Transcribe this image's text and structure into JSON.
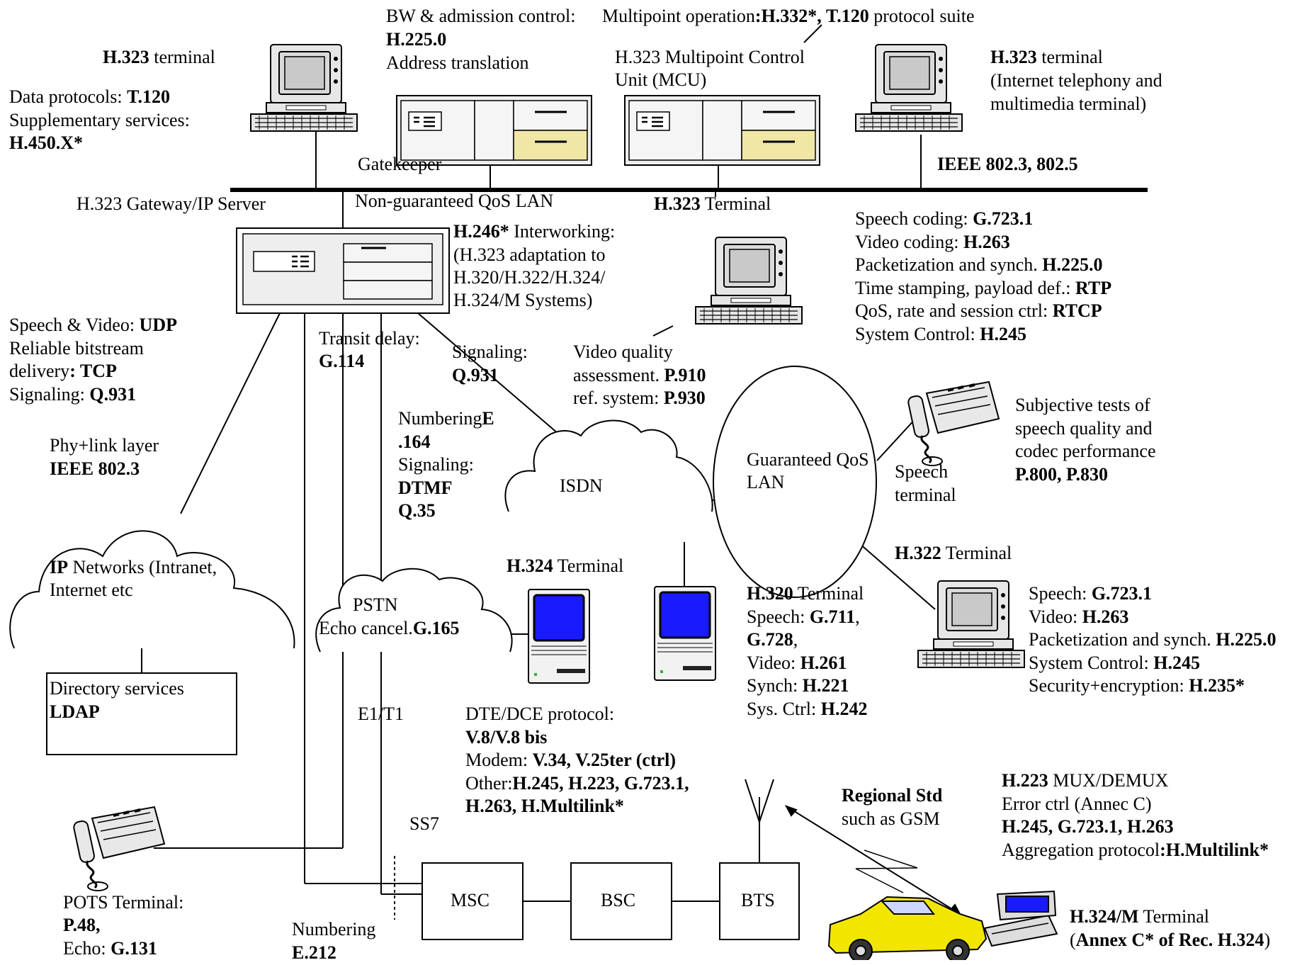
{
  "colors": {
    "stroke": "#000000",
    "screen_blue": "#1a1aff",
    "drive_yellow": "#f0e6a6",
    "car_yellow": "#f2e600",
    "terminal_gray": "#dddddd"
  },
  "icons": [
    "desktop-computer-icon",
    "server-unit-icon",
    "compact-computer-icon",
    "speech-terminal-phone-icon",
    "cloud-icon",
    "antenna-icon",
    "car-icon",
    "mobile-terminal-icon"
  ],
  "labels": {
    "h323_terminal_left": [
      {
        "b": "H.323"
      },
      {
        "t": " terminal"
      }
    ],
    "data_protocols": [
      {
        "t": "Data protocols: "
      },
      {
        "b": "T.120"
      }
    ],
    "supplementary": [
      {
        "t": "Supplementary services:"
      }
    ],
    "h450": [
      {
        "b": "H.450.X*"
      }
    ],
    "bw_admission": [
      {
        "t": "BW & admission control:"
      }
    ],
    "h2250_top": [
      {
        "b": "H.225.0"
      }
    ],
    "address_translation": [
      {
        "t": "Address translation"
      }
    ],
    "multipoint_operation": [
      {
        "t": "Multipoint operation"
      },
      {
        "b": ":H.332*, T.120"
      },
      {
        "t": " protocol suite"
      }
    ],
    "mcu_line1": [
      {
        "t": "H.323 Multipoint Control"
      }
    ],
    "mcu_line2": [
      {
        "t": "Unit (MCU)"
      }
    ],
    "h323_terminal_right": [
      {
        "b": "H.323"
      },
      {
        "t": " terminal"
      }
    ],
    "internet_telephony_1": [
      {
        "t": "(Internet telephony and"
      }
    ],
    "internet_telephony_2": [
      {
        "t": "multimedia  terminal)"
      }
    ],
    "gatekeeper": [
      {
        "t": "Gatekeeper"
      }
    ],
    "ieee_8023_8025": [
      {
        "b": "IEEE 802.3, 802.5"
      }
    ],
    "gateway": [
      {
        "t": "H.323 Gateway/IP Server"
      }
    ],
    "non_guaranteed": [
      {
        "t": "Non-guaranteed QoS LAN"
      }
    ],
    "h323_terminal_mid": [
      {
        "b": "H.323"
      },
      {
        "t": " Terminal"
      }
    ],
    "interworking_1": [
      {
        "b": "H.246*"
      },
      {
        "t": " Interworking:"
      }
    ],
    "interworking_2": [
      {
        "t": "(H.323 adaptation to"
      }
    ],
    "interworking_3": [
      {
        "t": "H.320/H.322/H.324/"
      }
    ],
    "interworking_4": [
      {
        "t": "H.324/M Systems)"
      }
    ],
    "speech_coding": [
      {
        "t": "Speech coding: "
      },
      {
        "b": "G.723.1"
      }
    ],
    "video_coding": [
      {
        "t": "Video coding: "
      },
      {
        "b": "H.263"
      }
    ],
    "packetization": [
      {
        "t": "Packetization and synch. "
      },
      {
        "b": "H.225.0"
      }
    ],
    "time_stamping": [
      {
        "t": "Time stamping, payload def.: "
      },
      {
        "b": "RTP"
      }
    ],
    "qos_rate": [
      {
        "t": "QoS, rate and session ctrl: "
      },
      {
        "b": "RTCP"
      }
    ],
    "system_control": [
      {
        "t": "System Control: "
      },
      {
        "b": "H.245"
      }
    ],
    "speech_video_udp": [
      {
        "t": "Speech & Video: "
      },
      {
        "b": "UDP"
      }
    ],
    "reliable_1": [
      {
        "t": "Reliable bitstream"
      }
    ],
    "reliable_2": [
      {
        "t": "delivery"
      },
      {
        "b": ": TCP"
      }
    ],
    "signaling_q931_left": [
      {
        "t": "Signaling: "
      },
      {
        "b": "Q.931"
      }
    ],
    "transit_delay": [
      {
        "t": "Transit delay:"
      }
    ],
    "g114": [
      {
        "b": "G.114"
      }
    ],
    "signaling_mid": [
      {
        "t": "Signaling:"
      }
    ],
    "q931_mid": [
      {
        "b": "Q.931"
      }
    ],
    "video_quality_1": [
      {
        "t": "Video quality"
      }
    ],
    "video_quality_2": [
      {
        "t": "assessment. "
      },
      {
        "b": "P.910"
      }
    ],
    "video_quality_3": [
      {
        "t": "ref. system: "
      },
      {
        "b": "P.930"
      }
    ],
    "phy_link": [
      {
        "t": "Phy+link layer"
      }
    ],
    "ieee_8023": [
      {
        "b": "IEEE 802.3"
      }
    ],
    "numbering_1": [
      {
        "t": "Numbering"
      },
      {
        "b": "E"
      }
    ],
    "numbering_2": [
      {
        "b": ".164"
      }
    ],
    "signaling_dtmf": [
      {
        "t": "Signaling:"
      }
    ],
    "dtmf": [
      {
        "b": "DTMF"
      }
    ],
    "q35": [
      {
        "b": "Q.35"
      }
    ],
    "isdn": [
      {
        "t": "ISDN"
      }
    ],
    "guaranteed_1": [
      {
        "t": "Guaranteed QoS"
      }
    ],
    "guaranteed_2": [
      {
        "t": "LAN"
      }
    ],
    "subjective_1": [
      {
        "t": "Subjective tests of"
      }
    ],
    "subjective_2": [
      {
        "t": "speech quality and"
      }
    ],
    "subjective_3": [
      {
        "t": "codec performance"
      }
    ],
    "subjective_4": [
      {
        "b": "P.800, P.830"
      }
    ],
    "speech_terminal_1": [
      {
        "t": "Speech"
      }
    ],
    "speech_terminal_2": [
      {
        "t": "terminal"
      }
    ],
    "ip_networks_1": [
      {
        "b": "IP"
      },
      {
        "t": " Networks (Intranet,"
      }
    ],
    "ip_networks_2": [
      {
        "t": "Internet etc"
      }
    ],
    "h324_terminal": [
      {
        "b": "H.324"
      },
      {
        "t": " Terminal"
      }
    ],
    "h322_terminal": [
      {
        "b": "H.322"
      },
      {
        "t": " Terminal"
      }
    ],
    "pstn": [
      {
        "t": "PSTN"
      }
    ],
    "echo_cancel": [
      {
        "t": "Echo cancel."
      },
      {
        "b": "G.165"
      }
    ],
    "h320_terminal": [
      {
        "b": "H.320"
      },
      {
        "t": " Terminal"
      }
    ],
    "h320_speech": [
      {
        "t": "Speech: "
      },
      {
        "b": "G.711"
      },
      {
        "t": ","
      }
    ],
    "h320_g728": [
      {
        "b": "G.728"
      },
      {
        "t": ","
      }
    ],
    "h320_video": [
      {
        "t": "Video: "
      },
      {
        "b": "H.261"
      }
    ],
    "h320_synch": [
      {
        "t": "Synch: "
      },
      {
        "b": "H.221"
      }
    ],
    "h320_sysctrl": [
      {
        "t": "Sys. Ctrl: "
      },
      {
        "b": "H.242"
      }
    ],
    "h322_speech": [
      {
        "t": "Speech: "
      },
      {
        "b": "G.723.1"
      }
    ],
    "h322_video": [
      {
        "t": "Video: "
      },
      {
        "b": "H.263"
      }
    ],
    "h322_packetization": [
      {
        "t": "Packetization and synch. "
      },
      {
        "b": "H.225.0"
      }
    ],
    "h322_system_control": [
      {
        "t": "System Control: "
      },
      {
        "b": "H.245"
      }
    ],
    "h322_security": [
      {
        "t": "Security+encryption: "
      },
      {
        "b": "H.235*"
      }
    ],
    "directory_1": [
      {
        "t": "Directory services"
      }
    ],
    "directory_2": [
      {
        "b": "LDAP"
      }
    ],
    "e1t1": [
      {
        "t": "E1/T1"
      }
    ],
    "dte_dce": [
      {
        "t": "DTE/DCE protocol:"
      }
    ],
    "v8": [
      {
        "b": "V.8/V.8 bis"
      }
    ],
    "modem": [
      {
        "t": "Modem: "
      },
      {
        "b": "V.34, V.25ter (ctrl)"
      }
    ],
    "other_1": [
      {
        "t": "Other:"
      },
      {
        "b": "H.245, H.223, G.723.1,"
      }
    ],
    "other_2": [
      {
        "b": "H.263, H.Multilink*"
      }
    ],
    "h223_mux": [
      {
        "b": "H.223"
      },
      {
        "t": " MUX/DEMUX"
      }
    ],
    "error_ctrl": [
      {
        "t": "Error ctrl (Annec C)"
      }
    ],
    "h245_list": [
      {
        "b": "H.245, G.723.1, H.263"
      }
    ],
    "aggregation": [
      {
        "t": "Aggregation protocol"
      },
      {
        "b": ":H.Multilink*"
      }
    ],
    "regional_std": [
      {
        "b": "Regional Std"
      }
    ],
    "such_as_gsm": [
      {
        "t": "such as GSM"
      }
    ],
    "ss7": [
      {
        "t": "SS7"
      }
    ],
    "msc": [
      {
        "t": "MSC"
      }
    ],
    "bsc": [
      {
        "t": "BSC"
      }
    ],
    "bts": [
      {
        "t": "BTS"
      }
    ],
    "pots_1": [
      {
        "t": "POTS Terminal:"
      }
    ],
    "pots_2": [
      {
        "b": "P.48,"
      }
    ],
    "pots_3": [
      {
        "t": "Echo: "
      },
      {
        "b": "G.131"
      }
    ],
    "numbering_e212_1": [
      {
        "t": "Numbering"
      }
    ],
    "numbering_e212_2": [
      {
        "b": "E.212"
      }
    ],
    "h324m_1": [
      {
        "b": "H.324/M"
      },
      {
        "t": " Terminal"
      }
    ],
    "h324m_2": [
      {
        "t": "("
      },
      {
        "b": "Annex C* of Rec. H.324"
      },
      {
        "t": ")"
      }
    ]
  }
}
